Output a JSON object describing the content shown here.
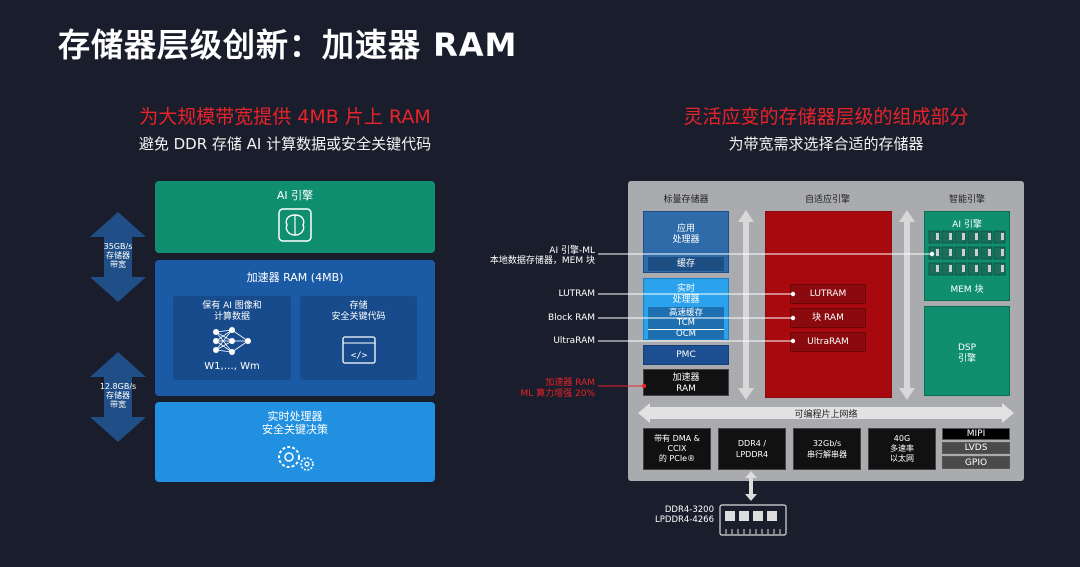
{
  "title": "存储器层级创新：加速器 RAM",
  "left": {
    "heading": "为大规模带宽提供 4MB 片上 RAM",
    "subheading": "避免 DDR 存储 AI 计算数据或安全关键代码",
    "ai_engine": "AI 引擎",
    "accel_ram": "加速器 RAM (4MB)",
    "sub_ai": "保有 AI 图像和\n计算数据",
    "sub_ai_formula": "W1,…, Wm",
    "sub_store": "存储\n安全关键代码",
    "rt_processor": "实时处理器\n安全关键决策",
    "bw1": "35GB/s\n存储器\n带宽",
    "bw2": "12.8GB/s\n存储器\n带宽"
  },
  "right": {
    "heading": "灵活应变的存储器层级的组成部分",
    "subheading": "为带宽需求选择合适的存储器",
    "col_scalar": "标量存储器",
    "col_adaptive": "自适应引擎",
    "col_intelligent": "智能引擎",
    "app_proc": "应用\n处理器",
    "cache": "缓存",
    "rt_proc": "实时\n处理器",
    "hs_cache": "高速缓存",
    "tcm": "TCM",
    "ocm": "OCM",
    "pmc": "PMC",
    "acc_ram": "加速器\nRAM",
    "lutram": "LUTRAM",
    "block_ram": "块 RAM",
    "ultraram": "UltraRAM",
    "ai_engine": "AI 引擎",
    "mem_block": "MEM 块",
    "dsp": "DSP\n引擎",
    "noc": "可编程片上网络",
    "io_dma": "带有 DMA &\nCCIX\n的 PCIe®",
    "io_ddr": "DDR4 /\nLPDDR4",
    "io_serdes": "32Gb/s\n串行解串器",
    "io_eth": "40G\n多速率\n以太网",
    "mipi": "MIPI",
    "lvds": "LVDS",
    "gpio": "GPIO",
    "label_aiml": "AI 引擎-ML\n本地数据存储器，MEM 块",
    "label_lutram": "LUTRAM",
    "label_blockram": "Block RAM",
    "label_ultraram": "UltraRAM",
    "label_accram": "加速器 RAM\nML 算力增强 20%",
    "ddr_label": "DDR4-3200\nLPDDR4-4266"
  },
  "colors": {
    "red": "#e8232a",
    "green": "#0f8f70",
    "blue": "#1b5aa5",
    "lightblue": "#2190e0",
    "darkred": "#a7090f"
  }
}
